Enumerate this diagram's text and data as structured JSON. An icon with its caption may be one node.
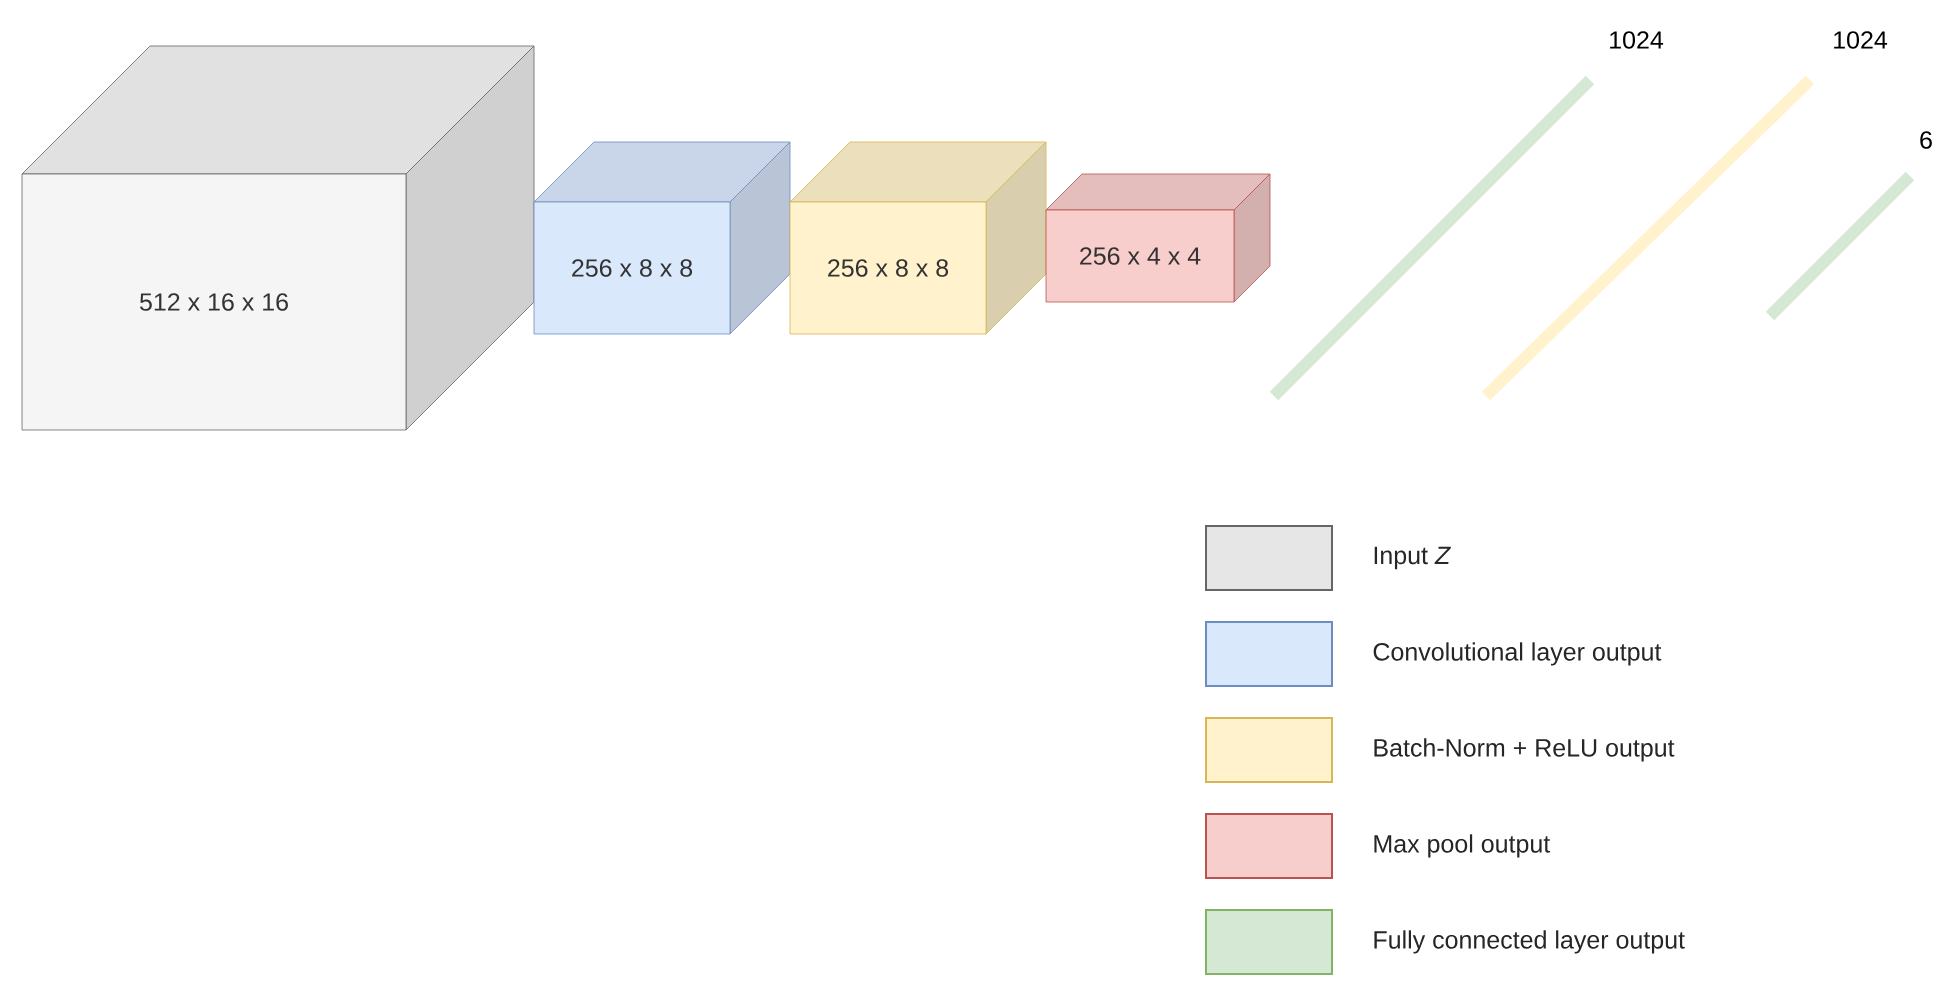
{
  "diagram": {
    "nodes": [
      {
        "text": [
          "512 x 16 x 16"
        ]
      },
      {
        "text": [
          "256 x 8 x 8"
        ]
      },
      {
        "text": [
          "256 x 8 x 8"
        ]
      },
      {
        "text": [
          "256 x 4 x 4"
        ]
      },
      {
        "text": [
          "1024"
        ]
      },
      {
        "text": [
          "1024"
        ]
      },
      {
        "text": [
          "6"
        ]
      }
    ],
    "legend": [
      {
        "text": "Input *Z*",
        "color": "#e6e6e6"
      },
      {
        "text": "Convolutional layer output",
        "color": "#dae8fc"
      },
      {
        "text": "Batch-Norm + ReLU output",
        "color": "#fff2cc"
      },
      {
        "text": "Max pool output",
        "color": "#f8cecc"
      },
      {
        "text": "Fully connected layer output",
        "color": "#d5e8d4"
      }
    ]
  }
}
